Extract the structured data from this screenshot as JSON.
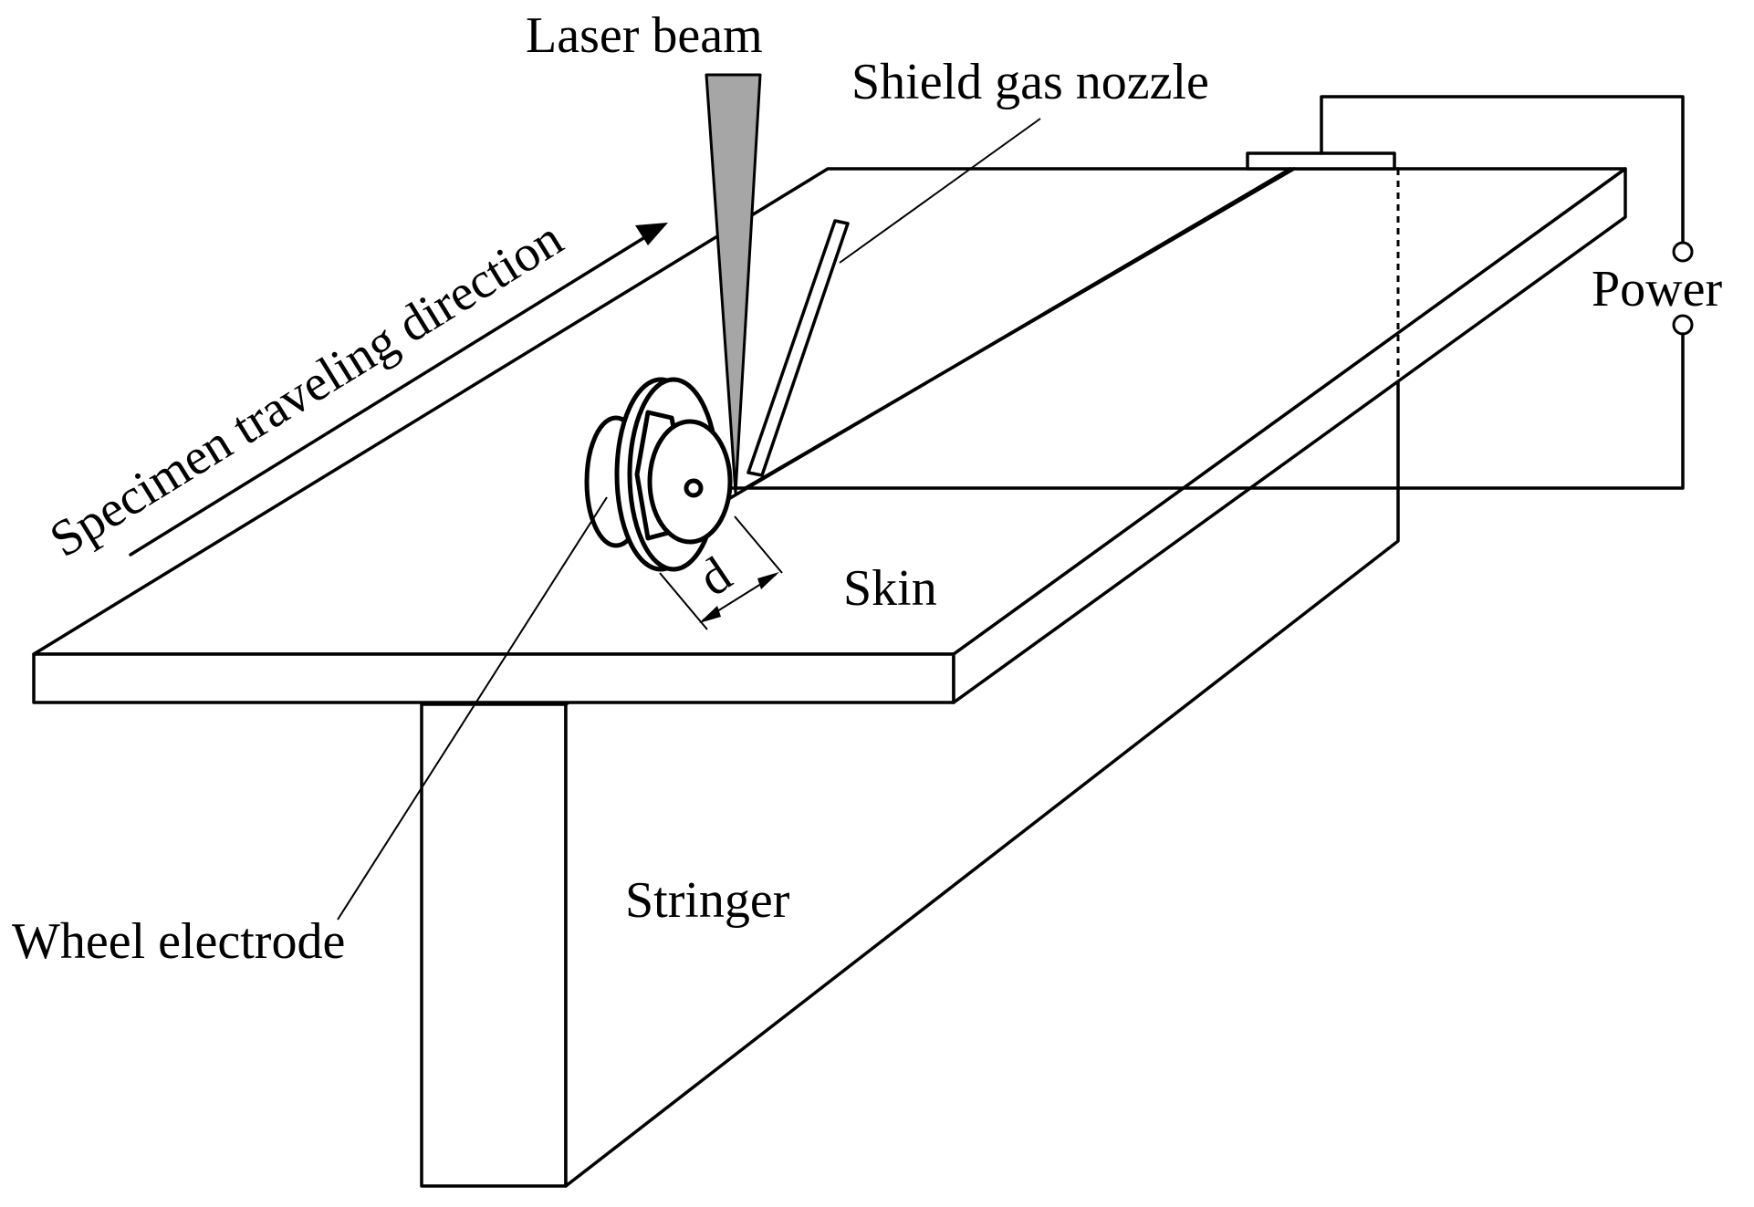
{
  "labels": {
    "laser_beam": "Laser beam",
    "shield_gas_nozzle": "Shield gas nozzle",
    "power": "Power",
    "specimen_direction": "Specimen traveling direction",
    "distance": "d",
    "skin": "Skin",
    "stringer": "Stringer",
    "wheel_electrode": "Wheel electrode"
  },
  "colors": {
    "line": "#000000",
    "laser_fill": "#a6a6a6",
    "background": "#ffffff"
  }
}
